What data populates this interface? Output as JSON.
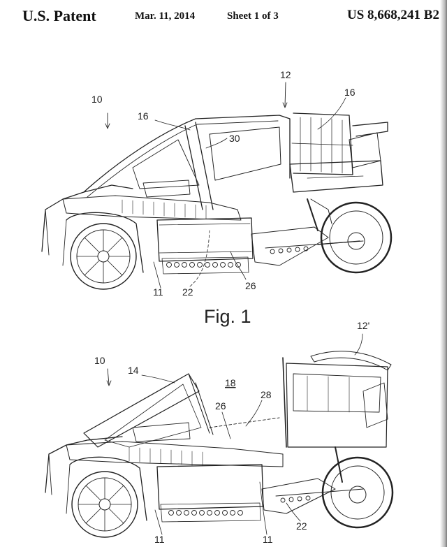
{
  "header": {
    "office": "U.S. Patent",
    "date": "Mar. 11, 2014",
    "sheet": "Sheet 1 of 3",
    "patent_number": "US 8,668,241 B2"
  },
  "figure1": {
    "caption": "Fig. 1",
    "refs": {
      "r10": "10",
      "r12": "12",
      "r16a": "16",
      "r16b": "16",
      "r30": "30",
      "r11": "11",
      "r22": "22",
      "r26": "26"
    }
  },
  "figure2": {
    "refs": {
      "r10": "10",
      "r12p": "12'",
      "r14": "14",
      "r18": "18",
      "r28": "28",
      "r26": "26",
      "r22": "22",
      "r11a": "11",
      "r11b": "11"
    }
  }
}
